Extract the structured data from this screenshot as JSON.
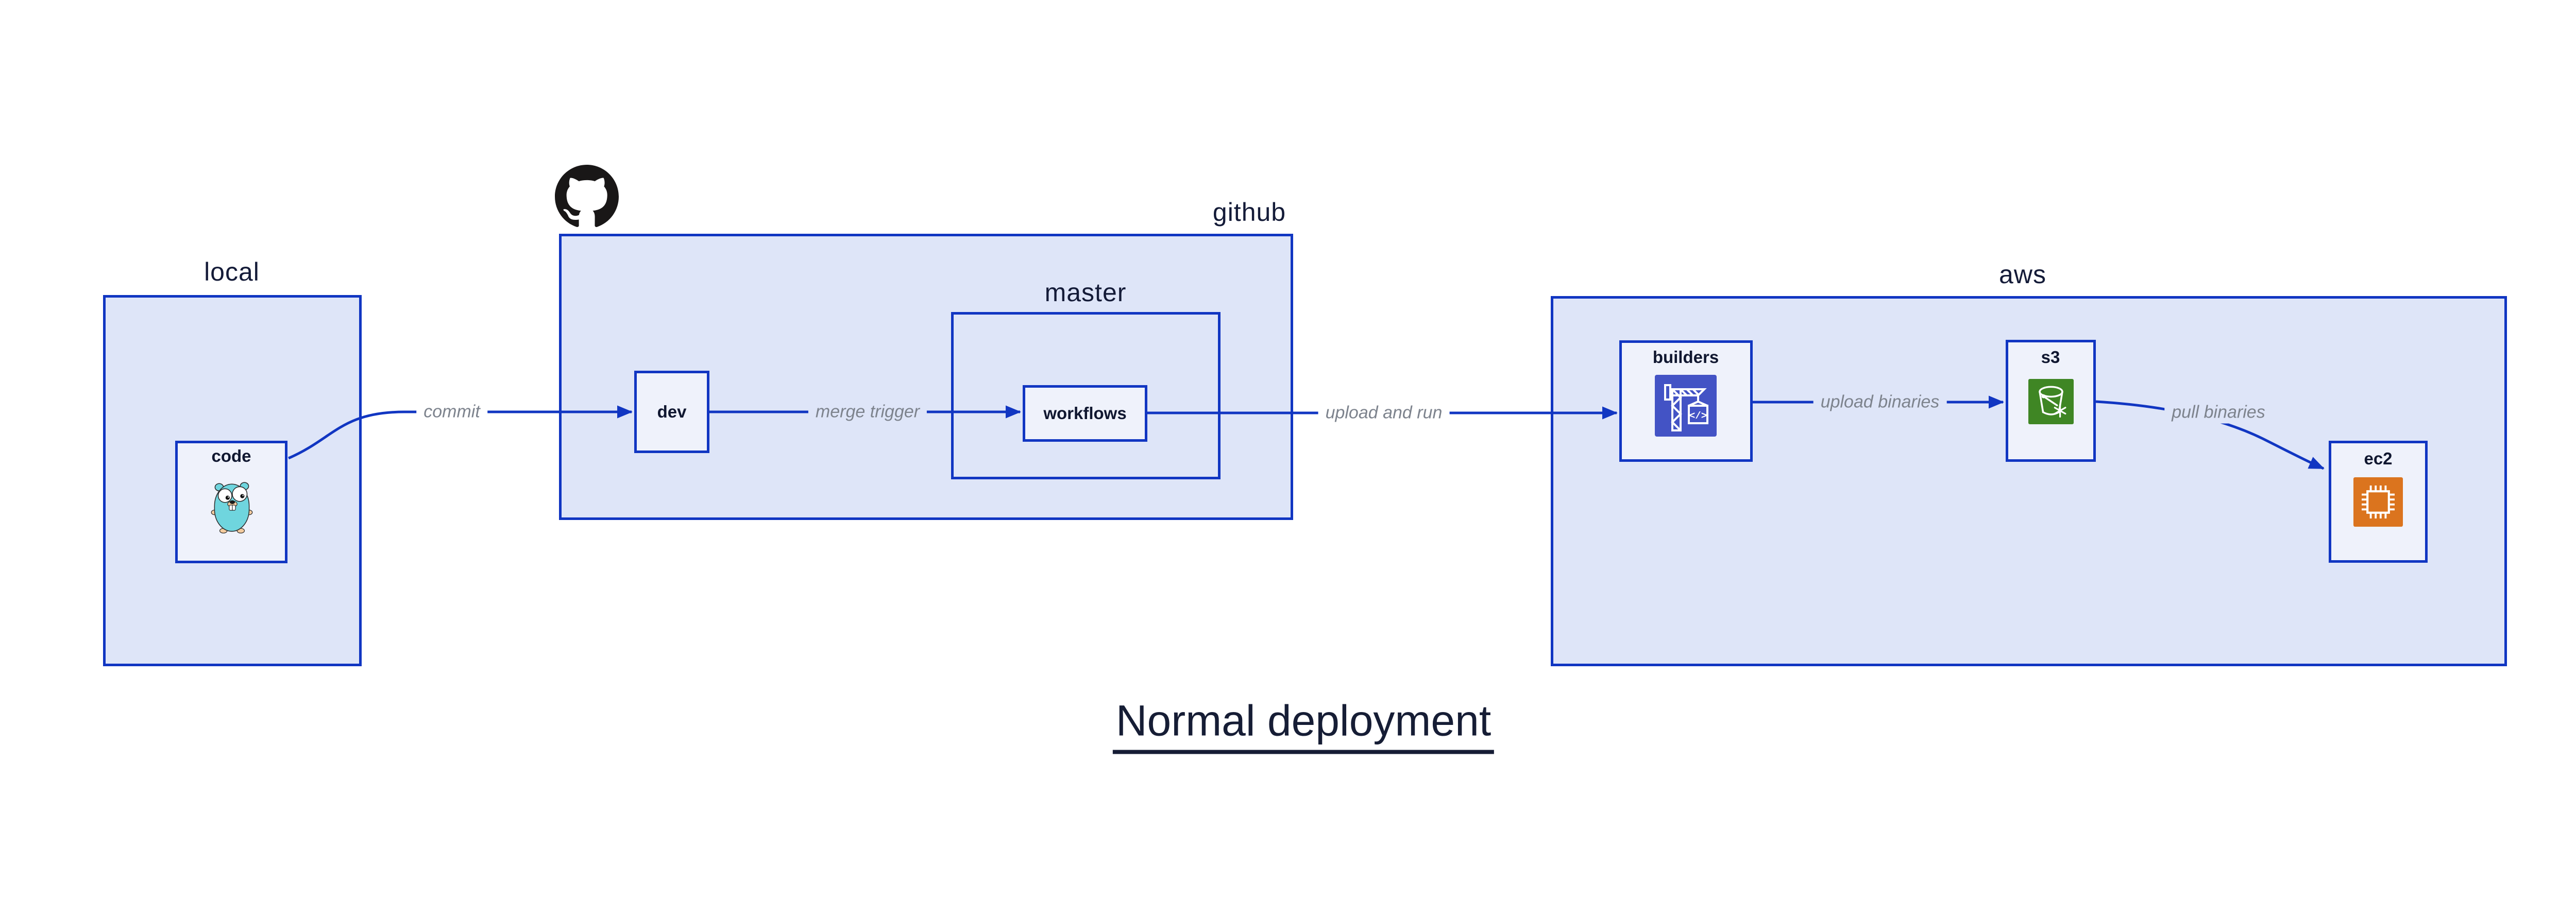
{
  "title": "Normal deployment",
  "colors": {
    "accent_blue": "#1136C2",
    "outer_box_fill": "#DEE5F8",
    "inner_box_fill": "#EFF2FB",
    "text_navy": "#141B38",
    "edge_label_gray": "#7D838D",
    "octocat_black": "#191717",
    "builders_icon_indigo": "#4353C5",
    "s3_icon_green": "#3F8624",
    "ec2_icon_orange": "#DB741E",
    "gopher_teal": "#6FD5DE"
  },
  "header_icon": "github-octocat-logo",
  "groups": {
    "local": {
      "label": "local"
    },
    "github": {
      "label": "github"
    },
    "master": {
      "label": "master"
    },
    "aws": {
      "label": "aws"
    }
  },
  "nodes": {
    "code": {
      "label": "code",
      "icon": "go-gopher-icon"
    },
    "dev": {
      "label": "dev"
    },
    "workflows": {
      "label": "workflows"
    },
    "builders": {
      "label": "builders",
      "icon": "aws-codebuild-crane-icon"
    },
    "s3": {
      "label": "s3",
      "icon": "aws-s3-bucket-icon"
    },
    "ec2": {
      "label": "ec2",
      "icon": "aws-ec2-chip-icon"
    }
  },
  "edges": [
    {
      "from": "code",
      "to": "dev",
      "label": "commit"
    },
    {
      "from": "dev",
      "to": "workflows",
      "label": "merge trigger"
    },
    {
      "from": "workflows",
      "to": "builders",
      "label": "upload and run"
    },
    {
      "from": "builders",
      "to": "s3",
      "label": "upload binaries"
    },
    {
      "from": "s3",
      "to": "ec2",
      "label": "pull binaries"
    }
  ]
}
